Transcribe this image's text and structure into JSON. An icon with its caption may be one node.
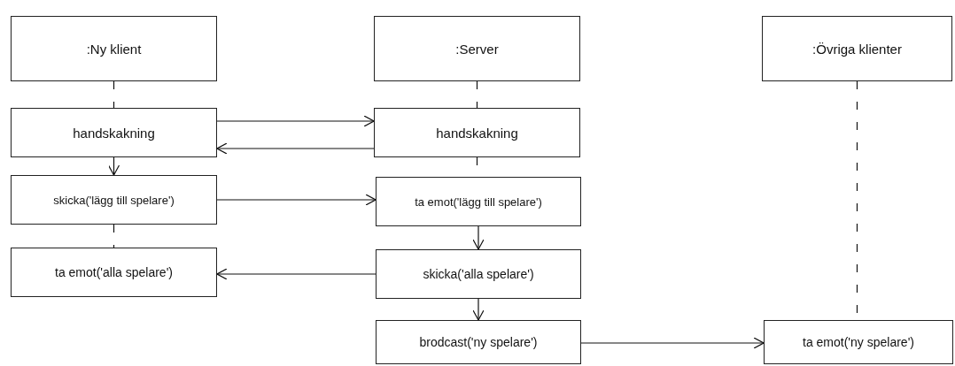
{
  "diagram": {
    "nodes": [
      {
        "text": [
          ":Ny klient"
        ]
      },
      {
        "text": [
          ":Server"
        ]
      },
      {
        "text": [
          ":Övriga klienter"
        ]
      },
      {
        "text": [
          "handskakning"
        ]
      },
      {
        "text": [
          "handskakning"
        ]
      },
      {
        "text": [
          "skicka('lägg till spelare')"
        ]
      },
      {
        "text": [
          "ta emot('lägg till spelare')"
        ]
      },
      {
        "text": [
          "ta emot('alla spelare')"
        ]
      },
      {
        "text": [
          "skicka('alla spelare')"
        ]
      },
      {
        "text": [
          "brodcast('ny spelare')"
        ]
      },
      {
        "text": [
          "ta emot('ny spelare')"
        ]
      }
    ],
    "edges": [
      {
        "from": 0,
        "to": 3,
        "arrow": "none",
        "style": "dashed"
      },
      {
        "from": 1,
        "to": 4,
        "arrow": "none",
        "style": "dashed"
      },
      {
        "from": 2,
        "to": 10,
        "arrow": "none",
        "style": "dashed"
      },
      {
        "from": 3,
        "to": 4,
        "arrow": "to"
      },
      {
        "from": 4,
        "to": 3,
        "arrow": "to"
      },
      {
        "from": 3,
        "to": 5,
        "arrow": "to"
      },
      {
        "from": 5,
        "to": 6,
        "arrow": "to"
      },
      {
        "from": 4,
        "to": 6,
        "arrow": "none",
        "style": "dashed"
      },
      {
        "from": 6,
        "to": 8,
        "arrow": "to"
      },
      {
        "from": 8,
        "to": 7,
        "arrow": "to"
      },
      {
        "from": 5,
        "to": 7,
        "arrow": "none",
        "style": "dashed"
      },
      {
        "from": 8,
        "to": 9,
        "arrow": "to"
      },
      {
        "from": 9,
        "to": 10,
        "arrow": "to"
      }
    ]
  }
}
